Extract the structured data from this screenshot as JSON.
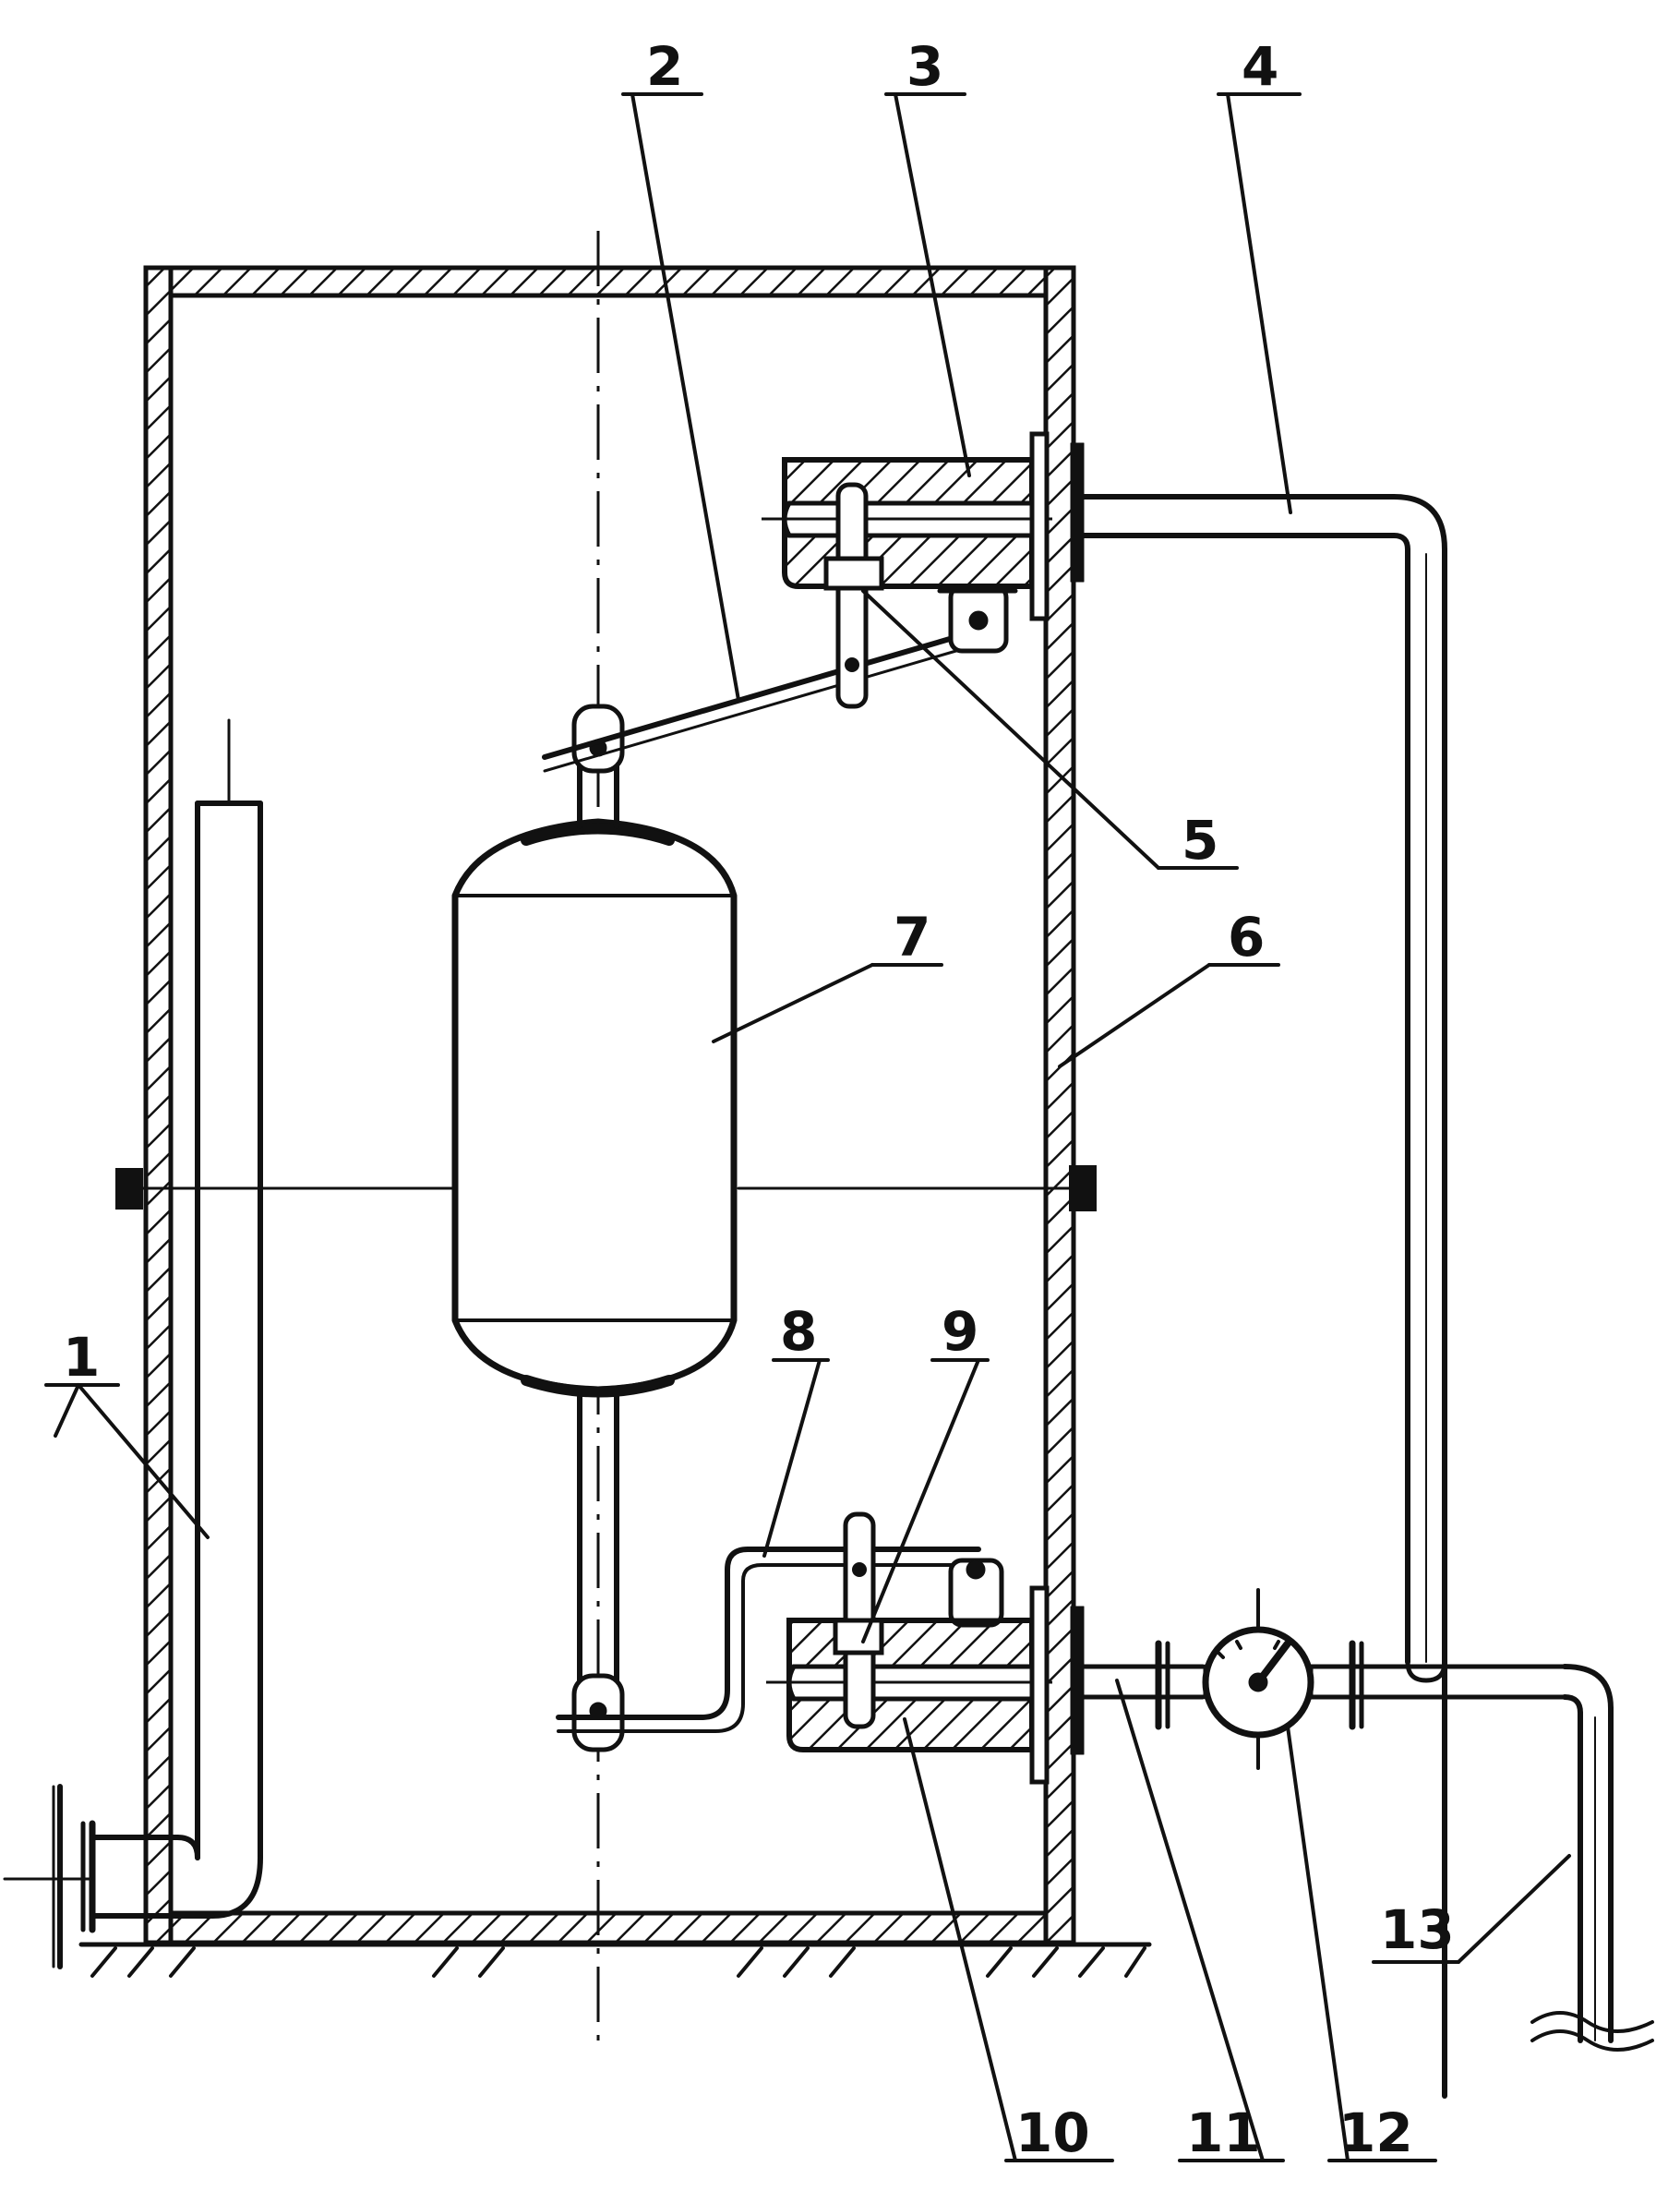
{
  "diagram": {
    "labels": {
      "p1": "1",
      "p2": "2",
      "p3": "3",
      "p4": "4",
      "p5": "5",
      "p6": "6",
      "p7": "7",
      "p8": "8",
      "p9": "9",
      "p10": "10",
      "p11": "11",
      "p12": "12",
      "p13": "13"
    },
    "colors": {
      "ink": "#111111",
      "paper": "#ffffff"
    }
  }
}
